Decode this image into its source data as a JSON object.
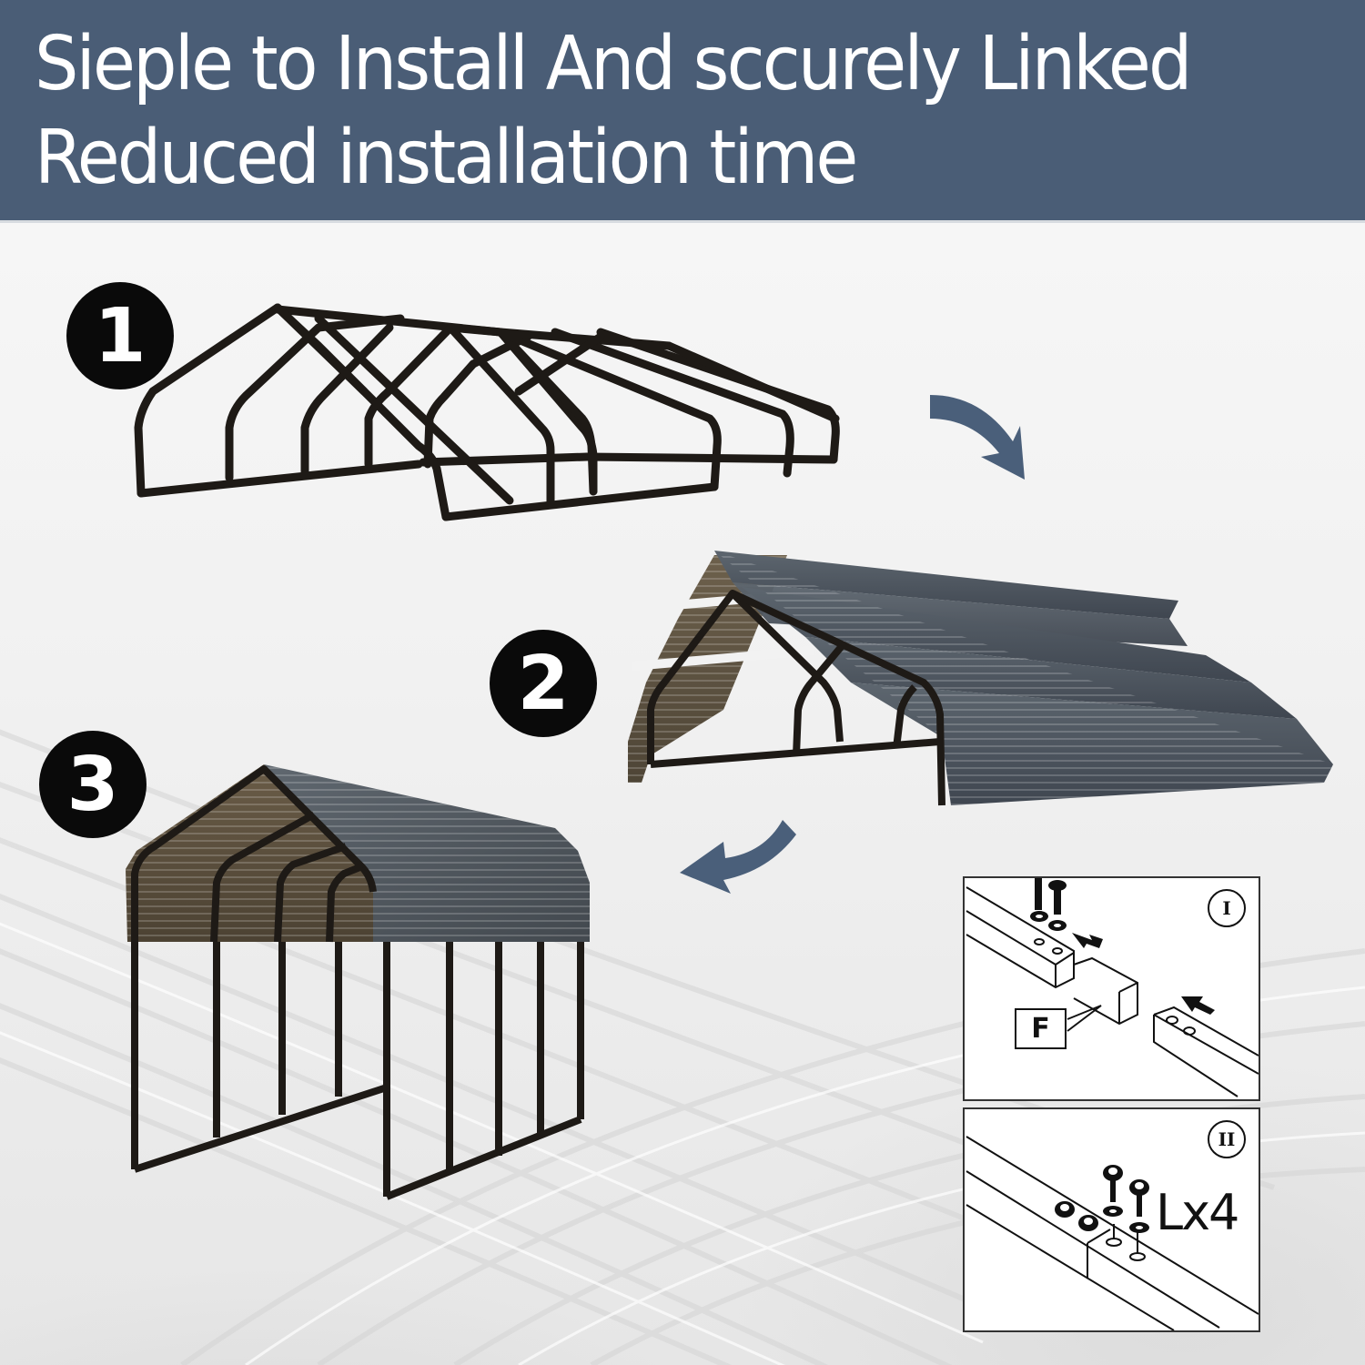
{
  "header": {
    "line1": "Sieple to Install And sccurely Linked",
    "line2": "Reduced installation time",
    "background_color": "#4a5d76",
    "text_color": "#ffffff"
  },
  "steps": [
    {
      "number": "1",
      "description_icon": "carport-frame-only"
    },
    {
      "number": "2",
      "description_icon": "carport-frame-with-roof-panels"
    },
    {
      "number": "3",
      "description_icon": "carport-completed"
    }
  ],
  "arrows": {
    "color": "#4a5f7a",
    "step1_to_step2": "curved-arrow-down-right",
    "step2_to_step3": "curved-arrow-down-left"
  },
  "diagrams": [
    {
      "roman": "I",
      "part_label": "F"
    },
    {
      "roman": "II",
      "quantity_label": "Lx4"
    }
  ],
  "colors": {
    "frame": "#1e1a16",
    "roof_top": "#4f555c",
    "roof_under": "#5e5140",
    "badge": "#0a0a0a"
  }
}
